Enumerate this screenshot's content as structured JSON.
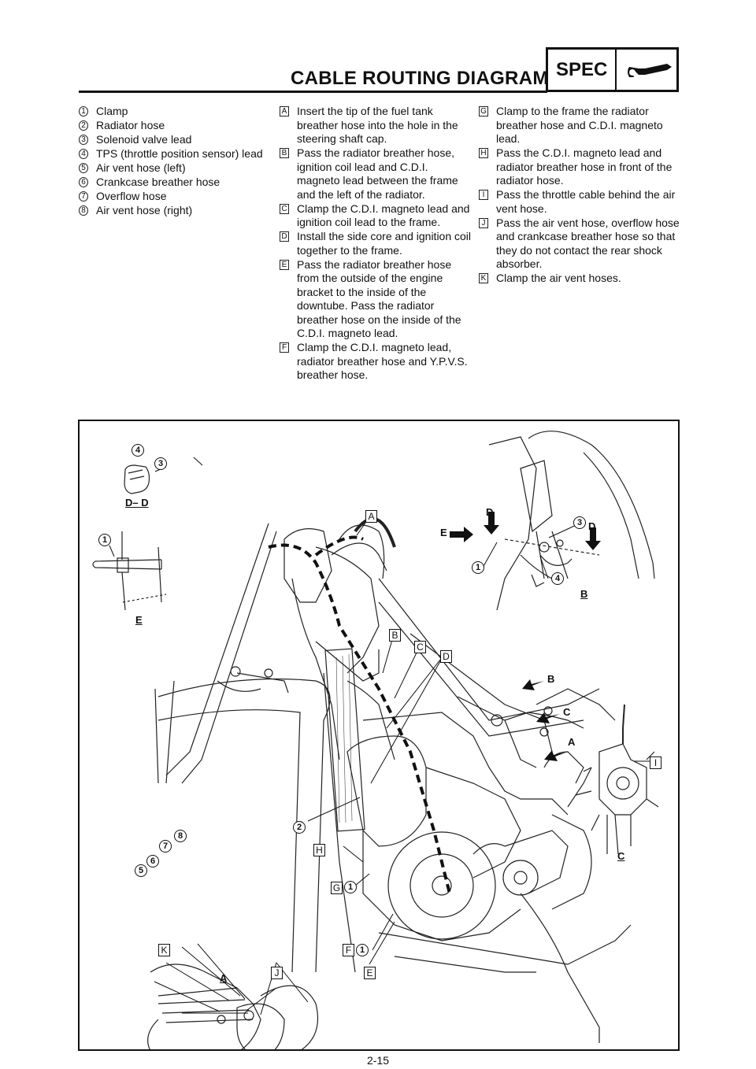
{
  "header": {
    "title": "CABLE ROUTING DIAGRAM",
    "spec_label": "SPEC",
    "spec_icon": "wrench-icon"
  },
  "legend_numbers": [
    {
      "n": "1",
      "text": "Clamp"
    },
    {
      "n": "2",
      "text": "Radiator hose"
    },
    {
      "n": "3",
      "text": "Solenoid valve lead"
    },
    {
      "n": "4",
      "text": "TPS (throttle position sensor) lead"
    },
    {
      "n": "5",
      "text": "Air vent hose (left)"
    },
    {
      "n": "6",
      "text": "Crankcase breather hose"
    },
    {
      "n": "7",
      "text": "Overflow hose"
    },
    {
      "n": "8",
      "text": "Air vent hose (right)"
    }
  ],
  "legend_letters_col2": [
    {
      "l": "A",
      "text": "Insert the tip of the fuel tank breather hose into the hole in the steering shaft cap."
    },
    {
      "l": "B",
      "text": "Pass the radiator breather hose, ignition coil lead and C.D.I. magneto lead between the frame and the left of the radiator."
    },
    {
      "l": "C",
      "text": "Clamp the C.D.I. magneto lead and ignition coil lead to the frame."
    },
    {
      "l": "D",
      "text": "Install the side core and ignition coil together to the frame."
    },
    {
      "l": "E",
      "text": "Pass the radiator breather hose from the outside of the engine bracket to the inside of the downtube. Pass the radiator breather hose on the inside of the C.D.I. magneto lead."
    },
    {
      "l": "F",
      "text": "Clamp the C.D.I. magneto lead, radiator breather hose and Y.P.V.S. breather hose."
    }
  ],
  "legend_letters_col3": [
    {
      "l": "G",
      "text": "Clamp to the frame the radiator breather hose and C.D.I. magneto lead."
    },
    {
      "l": "H",
      "text": "Pass the C.D.I. magneto lead and radiator breather hose in front of the radiator hose."
    },
    {
      "l": "I",
      "text": "Pass the throttle cable behind the air vent hose."
    },
    {
      "l": "J",
      "text": "Pass the air vent hose, overflow hose and crankcase breather hose so that they do not contact the rear shock absorber."
    },
    {
      "l": "K",
      "text": "Clamp the air vent hoses."
    }
  ],
  "diagram": {
    "views": {
      "dd": "D– D",
      "e": "E",
      "b": "B",
      "c": "C",
      "a": "A"
    },
    "arrow_letters": {
      "d1": "D",
      "d2": "D",
      "e": "E",
      "b": "B",
      "c": "C",
      "a": "A"
    },
    "callout_squares": {
      "a": "A",
      "b": "B",
      "c": "C",
      "d": "D",
      "e": "E",
      "f": "F",
      "g": "G",
      "h": "H",
      "i": "I",
      "j": "J",
      "k": "K"
    },
    "callout_numbers": {
      "n1a": "1",
      "n1b": "1",
      "n1c": "1",
      "n1d": "1",
      "n2": "2",
      "n3a": "3",
      "n3b": "3",
      "n4a": "4",
      "n4b": "4",
      "n5": "5",
      "n6": "6",
      "n7": "7",
      "n8": "8"
    }
  },
  "footer": {
    "page": "2-15"
  }
}
